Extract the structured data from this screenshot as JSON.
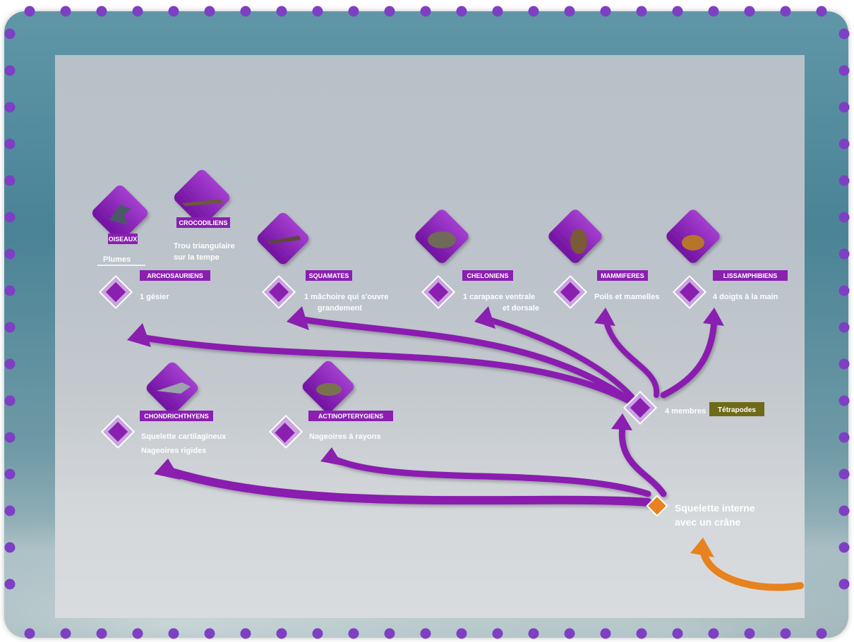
{
  "colors": {
    "purple": "#8a1fb0",
    "purple_dark": "#5c0f7a",
    "orange": "#e8821e",
    "olive": "#6e6a18",
    "dot": "#7e3fc4"
  },
  "taxa": {
    "oiseaux": {
      "label": "OISEAUX",
      "trait": "Plumes",
      "icon": "bird-icon"
    },
    "crocodiliens": {
      "label": "CROCODILIENS",
      "trait": [
        "Trou triangulaire",
        "sur la tempe"
      ],
      "icon": "crocodile-icon"
    },
    "archosauriens": {
      "label": "ARCHOSAURIENS",
      "trait": "1 gésier"
    },
    "squamates": {
      "label": "SQUAMATES",
      "trait": [
        "1 mâchoire qui s'ouvre",
        "grandement"
      ],
      "icon": "lizard-icon"
    },
    "cheloniens": {
      "label": "CHELONIENS",
      "trait": [
        "1 carapace ventrale",
        "et dorsale"
      ],
      "icon": "turtle-icon"
    },
    "mammiferes": {
      "label": "MAMMIFERES",
      "trait": "Poils et mamelles",
      "icon": "mammal-icon"
    },
    "lissamphibiens": {
      "label": "LISSAMPHIBIENS",
      "trait": "4 doigts à la main",
      "icon": "frog-icon"
    },
    "chondrichthyens": {
      "label": "CHONDRICHTHYENS",
      "trait": [
        "Squelette cartilagineux",
        "Nageoires rigides"
      ],
      "icon": "shark-icon"
    },
    "actinopterygiens": {
      "label": "ACTINOPTERYGIENS",
      "trait": "Nageoires à rayons",
      "icon": "fish-icon"
    }
  },
  "tetrapodes": {
    "trait": "4 membres",
    "badge": "Tétrapodes"
  },
  "root": {
    "trait": [
      "Squelette interne",
      "avec un crâne"
    ]
  }
}
